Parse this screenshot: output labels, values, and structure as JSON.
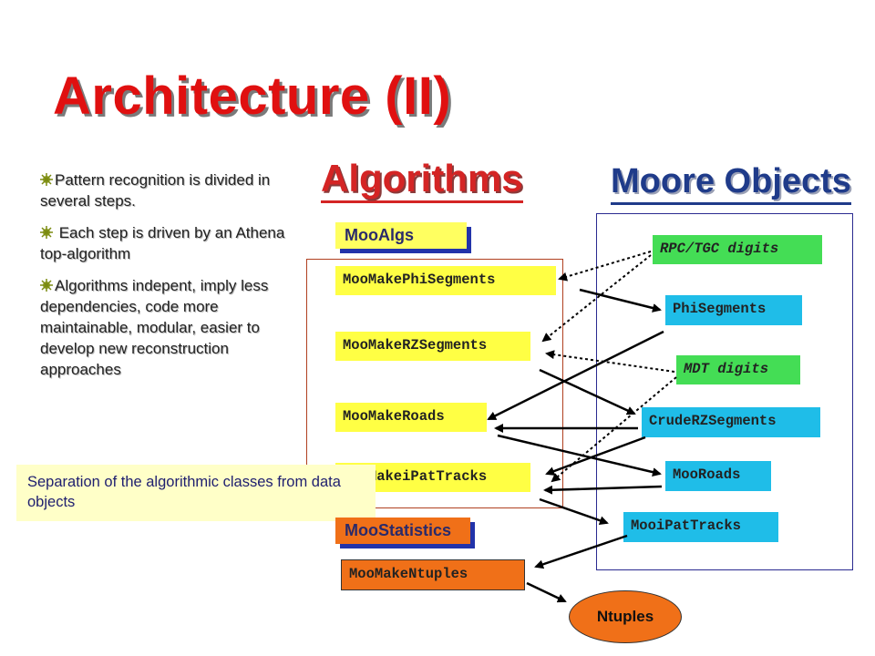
{
  "slide": {
    "title": "Architecture (II)",
    "bullets": [
      "Pattern recognition is divided in several steps.",
      " Each step is driven by an Athena top-algorithm",
      "Algorithms indepent, imply less dependencies, code more maintainable, modular, easier to  develop new reconstruction approaches"
    ],
    "algorithms_header": "Algorithms",
    "moore_objects_header": "Moore Objects",
    "mooalgs_label": "MooAlgs",
    "moostatistics_label": "MooStatistics",
    "algorithms": [
      "MooMakePhiSegments",
      "MooMakeRZSegments",
      "MooMakeRoads",
      "MooMakeiPatTracks"
    ],
    "statistics_algorithm": "MooMakeNtuples",
    "digits": [
      "RPC/TGC digits",
      "MDT digits"
    ],
    "objects": [
      "PhiSegments",
      "CrudeRZSegments",
      "MooRoads",
      "MooiPatTracks"
    ],
    "ntuples_label": "Ntuples",
    "note": "Separation of the algorithmic classes from data objects",
    "colors": {
      "title": "#e01010",
      "algorithm_box": "#ffff44",
      "digits_box": "#44dd55",
      "object_box": "#1fbde8",
      "statistics": "#f07018",
      "note_background": "#ffffc8"
    }
  }
}
